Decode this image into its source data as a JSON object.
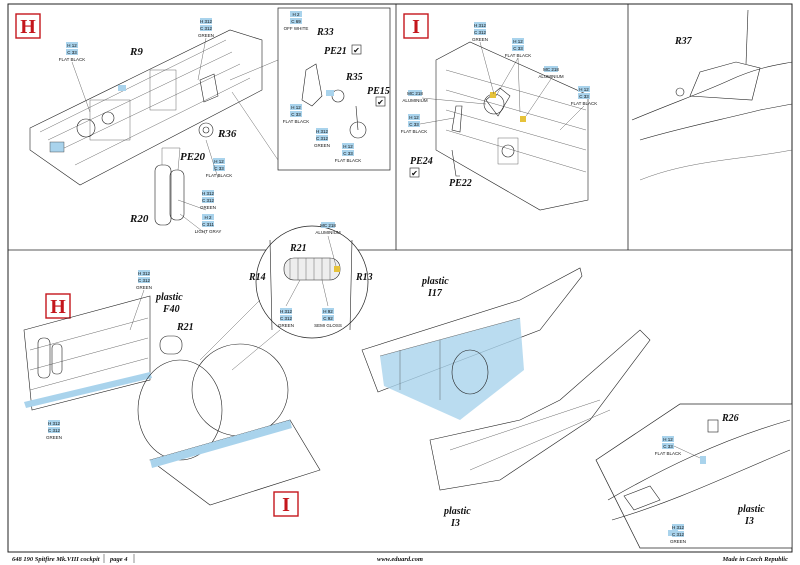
{
  "steps": {
    "h": "H",
    "i": "I",
    "h2": "H",
    "i2": "I"
  },
  "parts": {
    "r9": "R9",
    "r33": "R33",
    "pe21": "PE21",
    "r35": "R35",
    "pe15": "PE15",
    "r36": "R36",
    "pe20": "PE20",
    "r20": "R20",
    "r37": "R37",
    "pe24": "PE24",
    "pe22": "PE22",
    "r21a": "R21",
    "r14": "R14",
    "r13": "R13",
    "r21b": "R21",
    "f40a": "plastic",
    "f40b": "F40",
    "i17a": "plastic",
    "i17b": "I17",
    "i3a": "plastic",
    "i3b": "I3",
    "i3c": "plastic",
    "i3d": "I3",
    "r26": "R26"
  },
  "check": "✔",
  "colors": {
    "c1": {
      "codes": [
        "H 12",
        "C 33"
      ],
      "label": "FLAT BLACK"
    },
    "c2": {
      "codes": [
        "H 2",
        "C 69"
      ],
      "label": "OFF WHITE"
    },
    "c3": {
      "codes": [
        "H 12",
        "C 33"
      ],
      "label": "FLAT BLACK"
    },
    "c4": {
      "codes": [
        "H 312",
        "C 312"
      ],
      "label": "GREEN"
    },
    "c5": {
      "codes": [
        "H 12",
        "C 33"
      ],
      "label": "FLAT BLACK"
    },
    "c6": {
      "codes": [
        "H 312",
        "C 312"
      ],
      "label": "GREEN"
    },
    "c7": {
      "codes": [
        "H 12",
        "C 33"
      ],
      "label": "FLAT BLACK"
    },
    "c8": {
      "codes": [
        "H 312",
        "C 312"
      ],
      "label": "GREEN"
    },
    "c9": {
      "codes": [
        "H 2",
        "C 311"
      ],
      "label": "LIGHT GRAY"
    },
    "c10": {
      "codes": [
        "H 312",
        "C 312"
      ],
      "label": "GREEN"
    },
    "c11": {
      "codes": [
        "H 12",
        "C 33"
      ],
      "label": "FLAT BLACK"
    },
    "c12": {
      "codes": [
        "MC 218"
      ],
      "label": "ALUMINIUM"
    },
    "c13": {
      "codes": [
        "MC 218"
      ],
      "label": "ALUMINIUM"
    },
    "c14": {
      "codes": [
        "H 12",
        "C 33"
      ],
      "label": "FLAT BLACK"
    },
    "c15": {
      "codes": [
        "H 12",
        "C 33"
      ],
      "label": "FLAT BLACK"
    },
    "c16": {
      "codes": [
        "H 312",
        "C 312"
      ],
      "label": "GREEN"
    },
    "c17": {
      "codes": [
        "MC 218"
      ],
      "label": "ALUMINIUM"
    },
    "c18": {
      "codes": [
        "H 312",
        "C 312"
      ],
      "label": "GREEN"
    },
    "c19": {
      "codes": [
        "H 312",
        "C 312"
      ],
      "label": "GREEN"
    },
    "c20": {
      "codes": [
        "H 92",
        "C 92"
      ],
      "label": "SEMI GLOSS"
    },
    "c21": {
      "codes": [
        "H 12",
        "C 33"
      ],
      "label": "FLAT BLACK"
    },
    "c22": {
      "codes": [
        "H 312",
        "C 312"
      ],
      "label": "GREEN"
    }
  },
  "footer": {
    "left": "648 190  Spitfire Mk.VIII cockpit",
    "page": "page 4",
    "center": "www.eduard.com",
    "right": "Made in Czech Republic"
  }
}
